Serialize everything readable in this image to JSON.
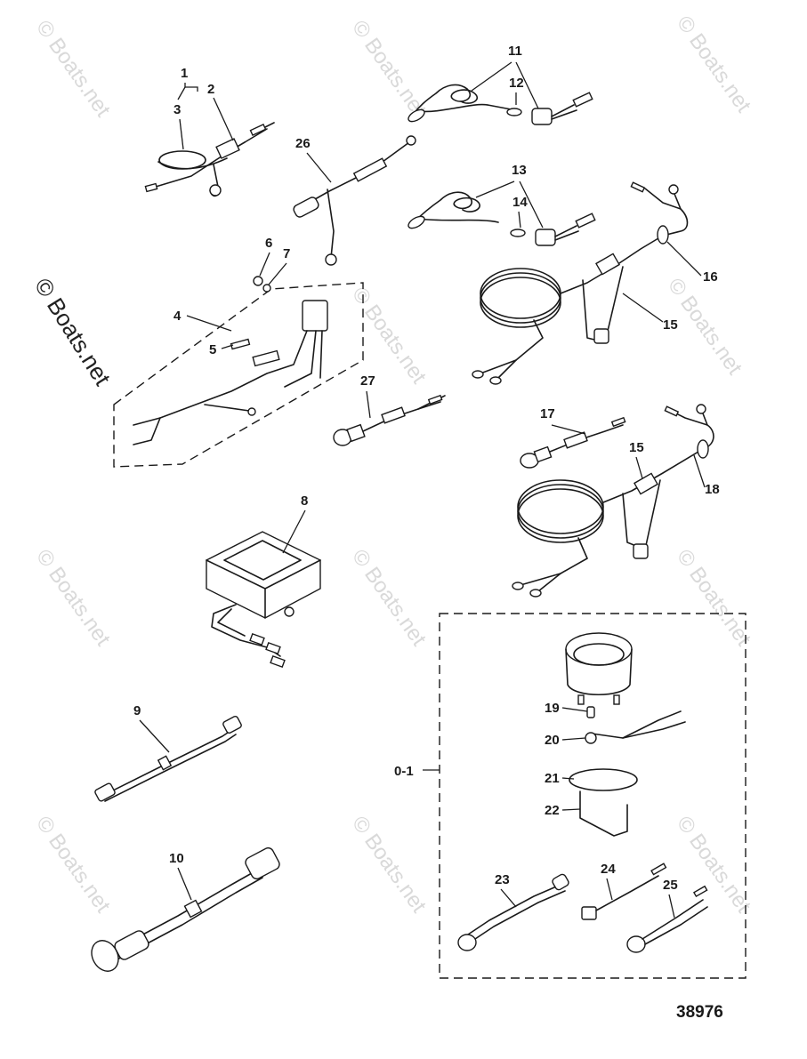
{
  "watermark": {
    "main_text": "© Boats.net",
    "repeat_text": "© Boats.net"
  },
  "figure_number": "38976",
  "callouts": {
    "c1": "1",
    "c2": "2",
    "c3": "3",
    "c4": "4",
    "c5": "5",
    "c6": "6",
    "c7": "7",
    "c8": "8",
    "c9": "9",
    "c10": "10",
    "c11": "11",
    "c12": "12",
    "c13": "13",
    "c14": "14",
    "c15a": "15",
    "c15b": "15",
    "c16": "16",
    "c17": "17",
    "c18": "18",
    "c19": "19",
    "c20": "20",
    "c21": "21",
    "c22": "22",
    "c23": "23",
    "c24": "24",
    "c25": "25",
    "c26": "26",
    "c27": "27",
    "c01": "0-1"
  }
}
